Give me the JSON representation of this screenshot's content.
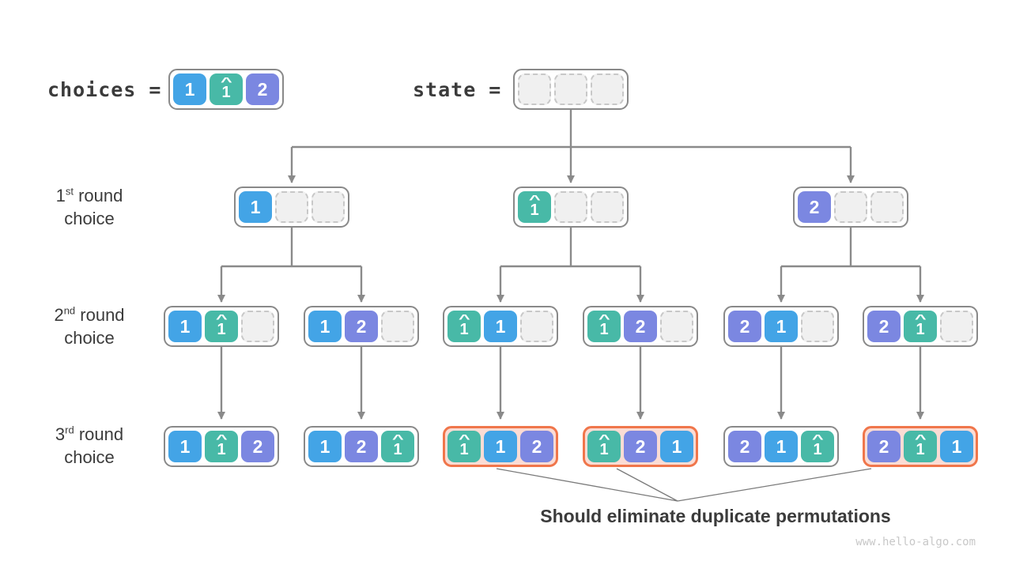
{
  "colors": {
    "blue": "#43a4e6",
    "teal": "#48b9a7",
    "purple": "#7b87e1",
    "box_border": "#898989",
    "empty_fill": "#f0f0f0",
    "empty_border": "#c8c8c8",
    "highlight_border": "#f0764b",
    "highlight_fill": "#fbdcd4",
    "line": "#8a8a8a",
    "pointer_line": "#7a7a7a",
    "ink": "#3b3b3b",
    "watermark": "#c8c8c8"
  },
  "header": {
    "choices_label": "choices =",
    "choices_cells": [
      "1",
      "1hat",
      "2"
    ],
    "state_label": "state =",
    "state_cells": [
      "",
      "",
      ""
    ]
  },
  "row_labels": [
    {
      "num": "1",
      "sup": "st",
      "rest": " round",
      "line2": "choice"
    },
    {
      "num": "2",
      "sup": "nd",
      "rest": " round",
      "line2": "choice"
    },
    {
      "num": "3",
      "sup": "rd",
      "rest": " round",
      "line2": "choice"
    }
  ],
  "tree": {
    "level1": [
      {
        "cells": [
          "1",
          "",
          ""
        ]
      },
      {
        "cells": [
          "1hat",
          "",
          ""
        ]
      },
      {
        "cells": [
          "2",
          "",
          ""
        ]
      }
    ],
    "level2": [
      {
        "cells": [
          "1",
          "1hat",
          ""
        ]
      },
      {
        "cells": [
          "1",
          "2",
          ""
        ]
      },
      {
        "cells": [
          "1hat",
          "1",
          ""
        ]
      },
      {
        "cells": [
          "1hat",
          "2",
          ""
        ]
      },
      {
        "cells": [
          "2",
          "1",
          ""
        ]
      },
      {
        "cells": [
          "2",
          "1hat",
          ""
        ]
      }
    ],
    "level3": [
      {
        "cells": [
          "1",
          "1hat",
          "2"
        ]
      },
      {
        "cells": [
          "1",
          "2",
          "1hat"
        ]
      },
      {
        "cells": [
          "1hat",
          "1",
          "2"
        ],
        "highlight": true
      },
      {
        "cells": [
          "1hat",
          "2",
          "1"
        ],
        "highlight": true
      },
      {
        "cells": [
          "2",
          "1",
          "1hat"
        ]
      },
      {
        "cells": [
          "2",
          "1hat",
          "1"
        ],
        "highlight": true
      }
    ]
  },
  "annotation": "Should eliminate duplicate permutations",
  "watermark": "www.hello-algo.com"
}
